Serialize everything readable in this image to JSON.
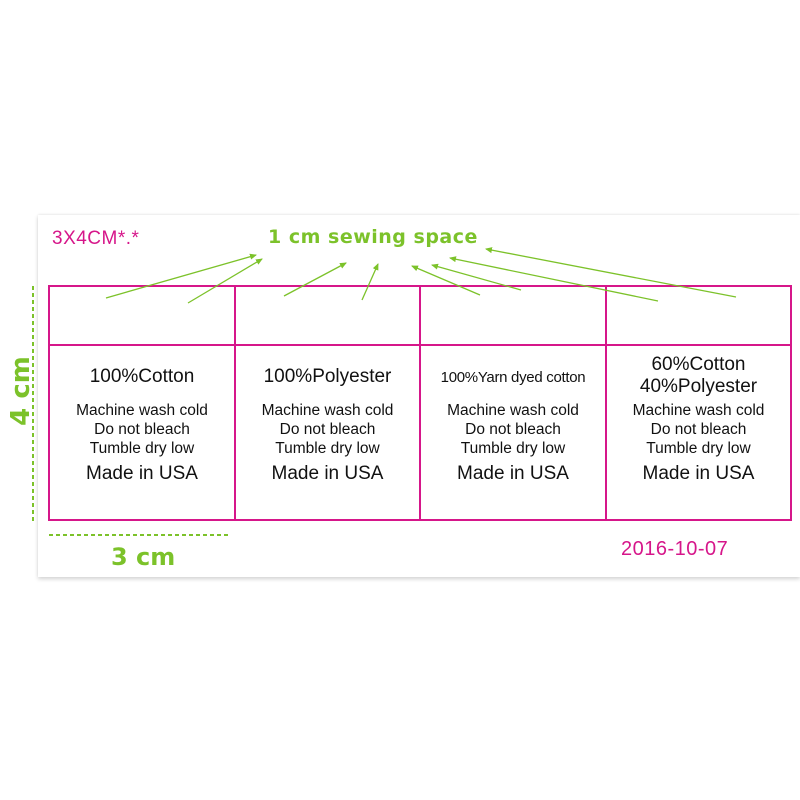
{
  "header": {
    "size_tag": "3X4CM*.*",
    "sewing_space": "1 cm sewing space"
  },
  "dimensions": {
    "height": "4 cm",
    "width": "3 cm"
  },
  "date": "2016-10-07",
  "colors": {
    "frame": "#d6168a",
    "annotation": "#7cc22a",
    "text": "#111111"
  },
  "labels": [
    {
      "material_line1": "100%Cotton",
      "material_line2": "",
      "care": [
        "Machine wash cold",
        "Do not bleach",
        "Tumble dry low"
      ],
      "origin": "Made in USA"
    },
    {
      "material_line1": "100%Polyester",
      "material_line2": "",
      "care": [
        "Machine wash cold",
        "Do not bleach",
        "Tumble dry low"
      ],
      "origin": "Made in USA"
    },
    {
      "material_line1": "100%Yarn dyed cotton",
      "material_line2": "",
      "care": [
        "Machine wash cold",
        "Do not bleach",
        "Tumble dry low"
      ],
      "origin": "Made in USA"
    },
    {
      "material_line1": "60%Cotton",
      "material_line2": "40%Polyester",
      "care": [
        "Machine wash cold",
        "Do not bleach",
        "Tumble dry low"
      ],
      "origin": "Made in USA"
    }
  ]
}
